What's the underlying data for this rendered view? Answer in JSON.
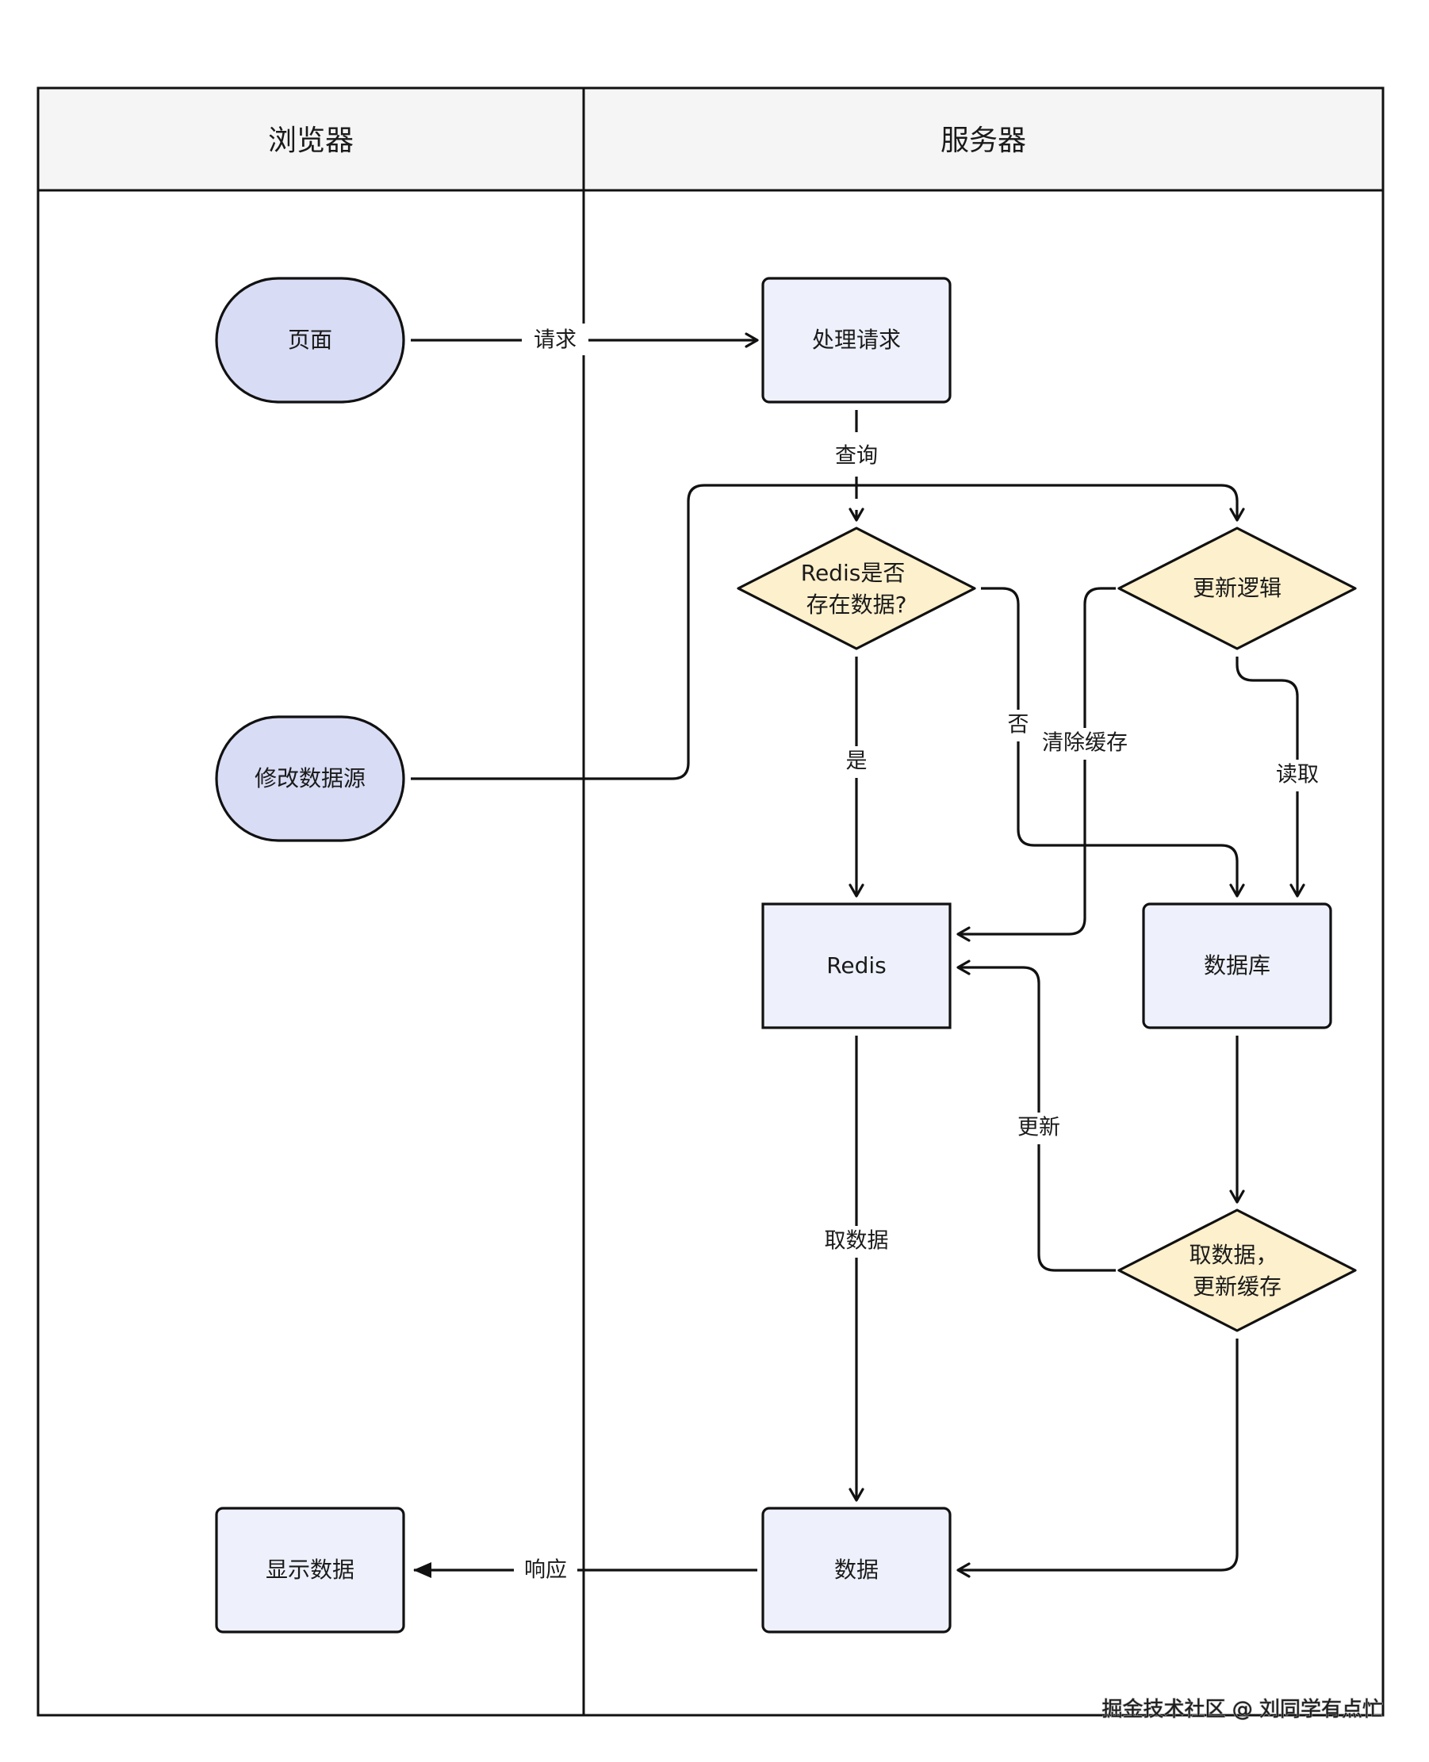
{
  "lanes": {
    "browser": "浏览器",
    "server": "服务器"
  },
  "nodes": {
    "page": "页面",
    "modify_source": "修改数据源",
    "show_data": "显示数据",
    "handle_request": "处理请求",
    "redis_check": [
      "Redis是否",
      "存在数据?"
    ],
    "update_logic": "更新逻辑",
    "redis": "Redis",
    "database": "数据库",
    "fetch_update": [
      "取数据，",
      "更新缓存"
    ],
    "data": "数据"
  },
  "edges": {
    "request": "请求",
    "query": "查询",
    "yes": "是",
    "no": "否",
    "clear_cache": "清除缓存",
    "read": "读取",
    "update": "更新",
    "get_data": "取数据",
    "response": "响应"
  },
  "watermark": "掘金技术社区 @ 刘同学有点忙",
  "colors": {
    "terminal_fill": "#d8dcf4",
    "process_fill": "#eef1fb",
    "decision_fill": "#fdf0cc",
    "header_fill": "#f5f5f5",
    "stroke": "#111111"
  }
}
